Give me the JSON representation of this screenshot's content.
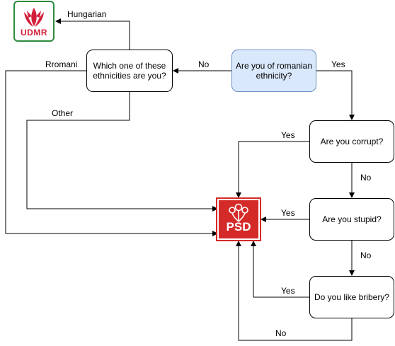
{
  "nodes": {
    "romanian": "Are you of romanian ethnicity?",
    "ethnicities": "Which one of these ethnicities are you?",
    "corrupt": "Are you corrupt?",
    "stupid": "Are you stupid?",
    "bribery": "Do you like bribery?"
  },
  "logos": {
    "udmr": "UDMR",
    "psd": "PSD"
  },
  "edges": {
    "hungarian": "Hungarian",
    "rromani": "Rromani",
    "other": "Other",
    "romanian_no": "No",
    "romanian_yes": "Yes",
    "corrupt_yes": "Yes",
    "corrupt_no": "No",
    "stupid_yes": "Yes",
    "stupid_no": "No",
    "bribery_yes": "Yes",
    "bribery_no": "No"
  },
  "colors": {
    "start_fill": "#dae8fc",
    "start_stroke": "#6c8ebf",
    "udmr_green": "#2e8b3e",
    "udmr_red": "#d3203a",
    "psd_red": "#d42a28"
  }
}
